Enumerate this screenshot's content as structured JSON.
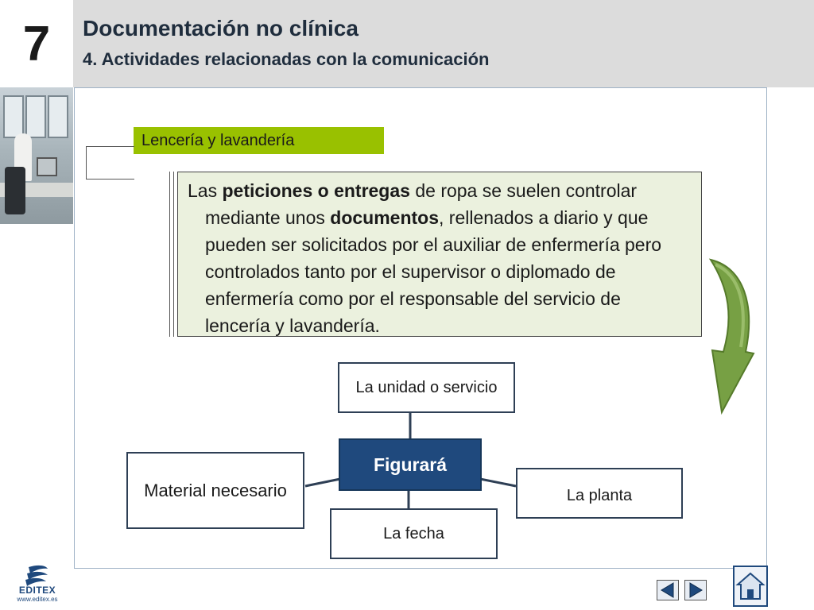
{
  "header": {
    "chapter_number": "7",
    "title": "Documentación no clínica",
    "subtitle": "4. Actividades relacionadas con la comunicación"
  },
  "section_tag": "Lencería y lavandería",
  "paragraph": {
    "segments": [
      {
        "text": "Las ",
        "bold": false
      },
      {
        "text": "peticiones o entregas",
        "bold": true
      },
      {
        "text": " de ropa se suelen controlar mediante unos ",
        "bold": false
      },
      {
        "text": "documentos",
        "bold": true
      },
      {
        "text": ", rellenados a diario y que pueden ser solicitados por el auxiliar de enfermería pero controlados tanto por el supervisor o diplomado de enfermería como por el responsable del servicio de lencería y lavandería.",
        "bold": false
      }
    ]
  },
  "diagram": {
    "center": "Figurará",
    "top": "La unidad o servicio",
    "left": "Material necesario",
    "right": "La planta",
    "bottom": "La fecha"
  },
  "footer": {
    "logo_name": "EDITEX",
    "logo_url": "www.editex.es"
  },
  "colors": {
    "accent_green": "#99c100",
    "navy": "#1f497d",
    "header_bg": "#dcdcdc",
    "textbox_bg": "#ebf1de",
    "arrow_green": "#77a044"
  }
}
